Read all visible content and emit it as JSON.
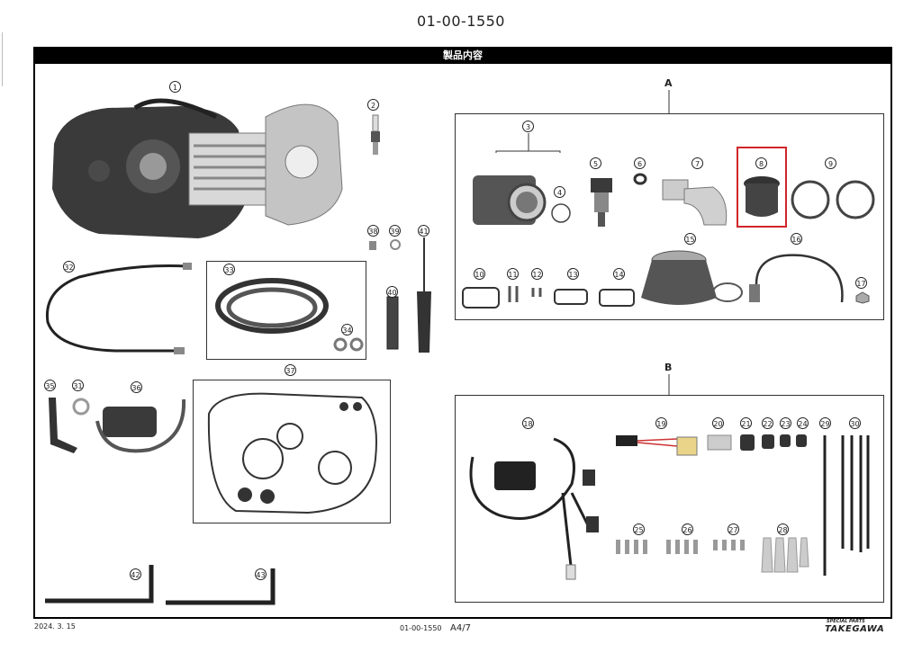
{
  "document": {
    "number": "01-00-1550",
    "title": "製品内容"
  },
  "groups": {
    "a": "A",
    "b": "B"
  },
  "callouts": {
    "engine": "1",
    "spark_plug": "2",
    "throttle_body": "3",
    "gasket_3": "4",
    "injector": "5",
    "o_ring": "6",
    "intake_manifold": "7",
    "insulator": "8",
    "hose_clamps": "9",
    "gasket_10": "10",
    "bolts_11": "11",
    "screws_12": "12",
    "gasket_13": "13",
    "gasket_14": "14",
    "air_filter": "15",
    "throttle_cable": "16",
    "nut_17": "17",
    "wire_harness": "18",
    "sub_harness": "19",
    "pad_20": "20",
    "cap_21": "21",
    "cap_22": "22",
    "cap_23": "23",
    "cap_24": "24",
    "terminals_25": "25",
    "terminals_26": "26",
    "terminals_27": "27",
    "covers_28": "28",
    "tie_29": "29",
    "ties_30": "30",
    "washer_31": "31",
    "clutch_cable": "32",
    "fuel_hose": "33",
    "hose_clips": "34",
    "plug_cap": "35",
    "ignition_coil": "36",
    "gasket_set": "37",
    "bolt_38": "38",
    "washer_39": "39",
    "plug_wrench": "40",
    "screwdriver": "41",
    "hex_wrench_42": "42",
    "hex_wrench_43": "43"
  },
  "footer": {
    "date": "2024. 3. 15",
    "doc_number": "01-00-1550",
    "page": "A4/7",
    "brand_tagline": "SPECIAL PARTS",
    "brand": "TAKEGAWA"
  },
  "colors": {
    "frame": "#000000",
    "highlight": "#d0262a",
    "parts": "#2b2b2b"
  }
}
